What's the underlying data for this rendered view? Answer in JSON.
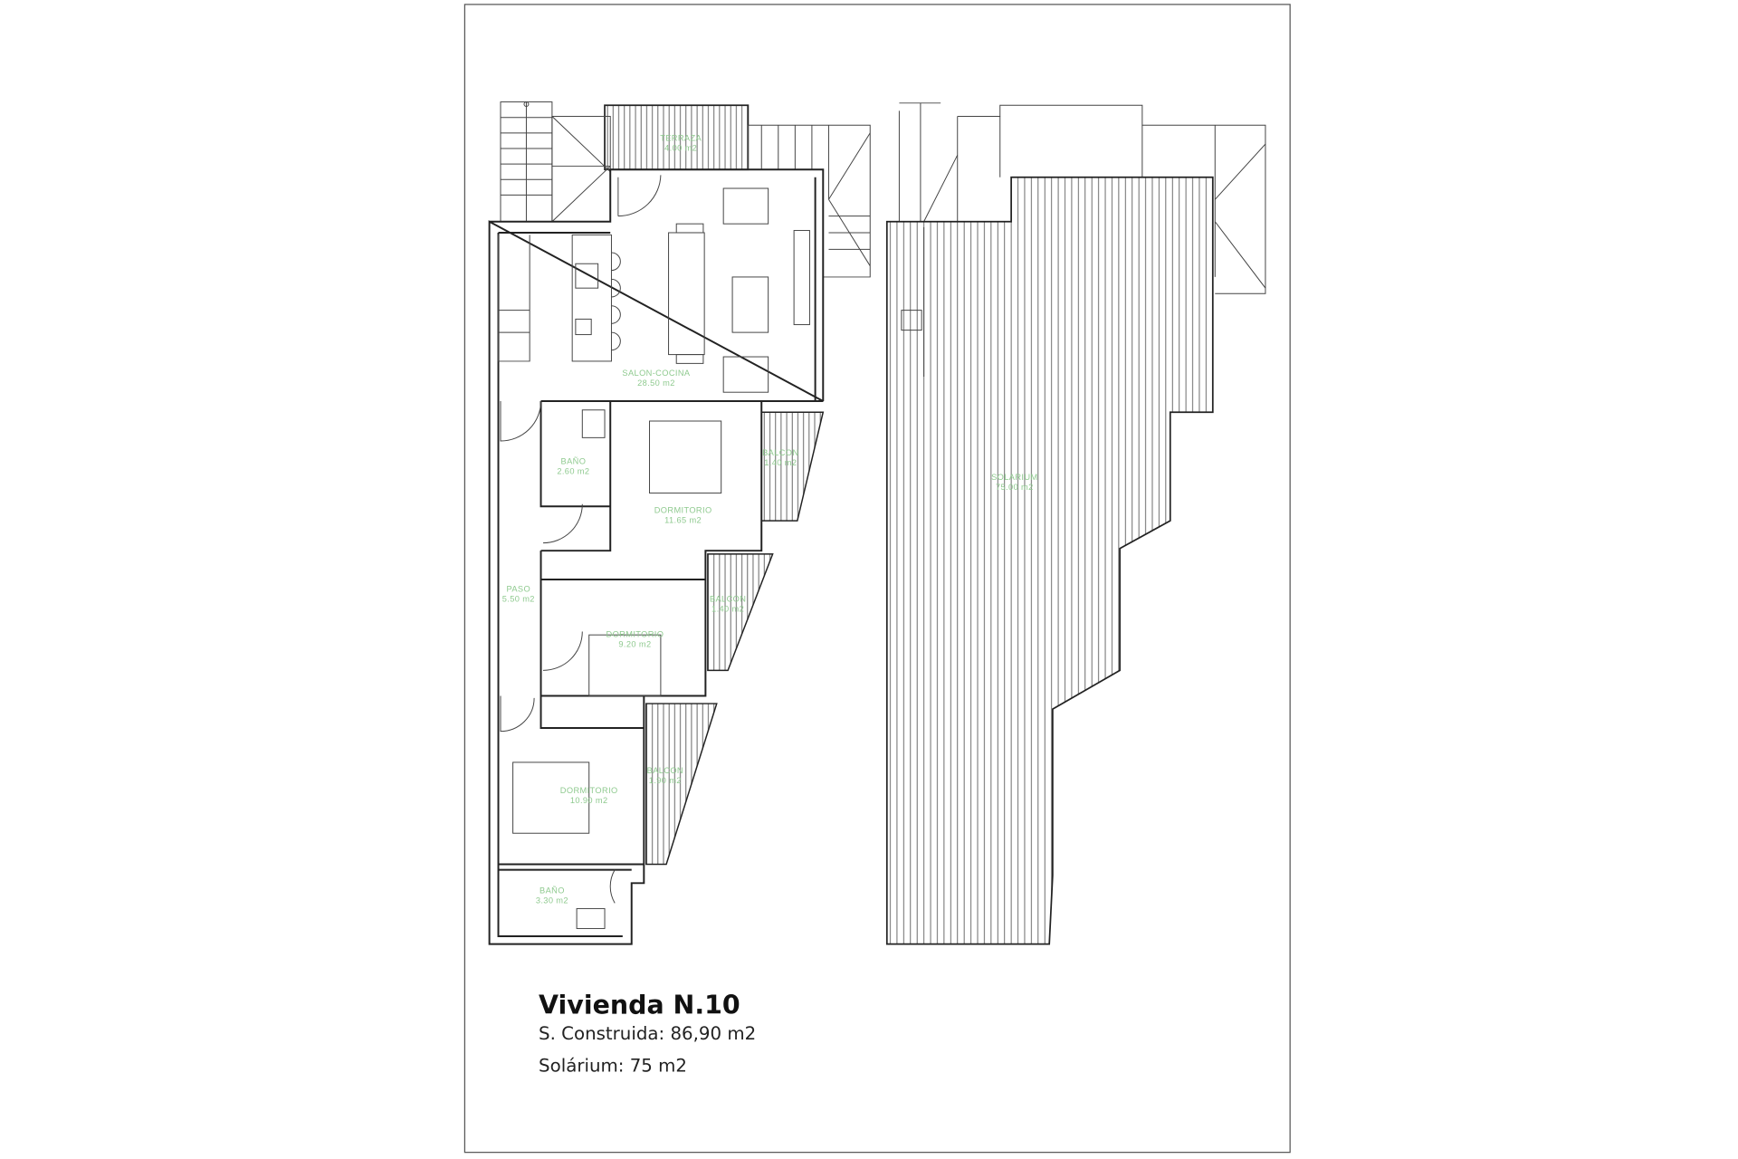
{
  "plan_labels": {
    "terraza": {
      "name": "TERRAZA",
      "area": "4.00 m2"
    },
    "salon_cocina": {
      "name": "SALON-COCINA",
      "area": "28.50 m2"
    },
    "bano_1": {
      "name": "BAÑO",
      "area": "2.60 m2"
    },
    "dormitorio_1": {
      "name": "DORMITORIO",
      "area": "11.65 m2"
    },
    "balcon_1": {
      "name": "BALCON",
      "area": "1.40 m2"
    },
    "paso": {
      "name": "PASO",
      "area": "5.50 m2"
    },
    "dormitorio_2": {
      "name": "DORMITORIO",
      "area": "9.20 m2"
    },
    "balcon_2": {
      "name": "BALCON",
      "area": "1.40 m2"
    },
    "dormitorio_3": {
      "name": "DORMITORIO",
      "area": "10.90 m2"
    },
    "balcon_3": {
      "name": "BALCON",
      "area": "1.90 m2"
    },
    "bano_2": {
      "name": "BAÑO",
      "area": "3.30 m2"
    },
    "solarium": {
      "name": "SOLARIUM",
      "area": "75.00 m2"
    }
  },
  "caption": {
    "title": "Vivienda N.10",
    "built_area": "S. Construida: 86,90 m2",
    "solarium_area": "Solárium: 75 m2"
  },
  "colors": {
    "label_green": "#8fca8f",
    "line": "#222222"
  }
}
